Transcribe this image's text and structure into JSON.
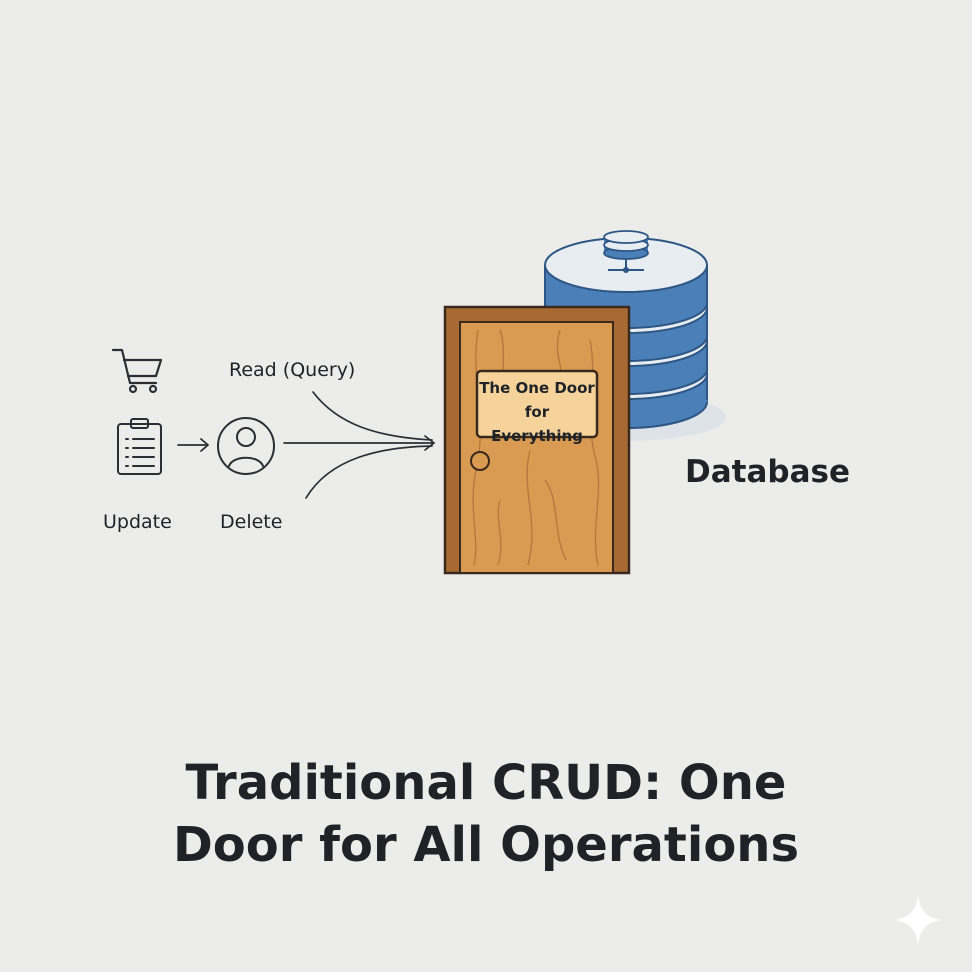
{
  "labels": {
    "read": "Read (Query)",
    "update": "Update",
    "delete": "Delete",
    "database": "Database"
  },
  "door_sign": {
    "line1": "The One Door",
    "line2": "for Everything"
  },
  "title": {
    "line1": "Traditional CRUD: One",
    "line2": "Door for All Operations"
  },
  "icons": [
    "shopping-cart-icon",
    "clipboard-list-icon",
    "user-circle-icon",
    "door-icon",
    "database-icon",
    "sparkle-icon"
  ],
  "colors": {
    "background": "#ececeb",
    "ink": "#1f2328",
    "door_wood": "#d99a52",
    "door_frame": "#a86a33",
    "sign": "#f5d39a",
    "database_blue": "#4a7fb8",
    "database_light": "#e8edf2"
  }
}
